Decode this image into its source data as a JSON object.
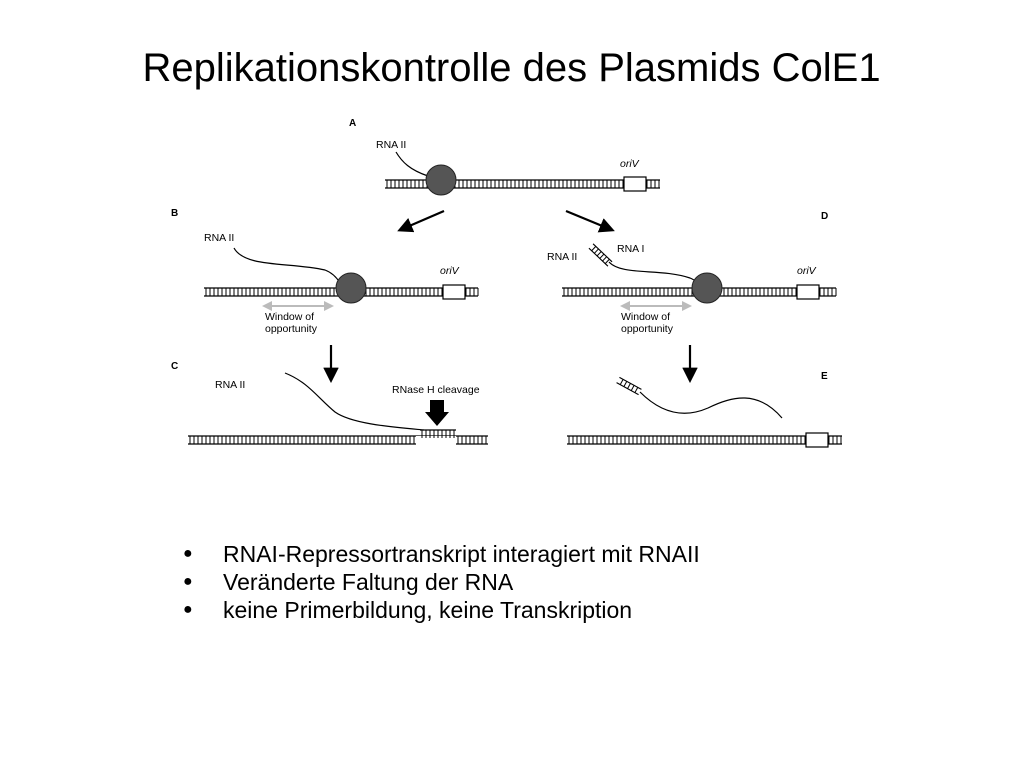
{
  "slide": {
    "title": "Replikationskontrolle des Plasmids ColE1",
    "bullets": [
      "RNAI-Repressortranskript interagiert mit RNAII",
      "Veränderte Faltung der RNA",
      "keine Primerbildung, keine Transkription"
    ]
  },
  "figure": {
    "panel_a": {
      "letter": "A",
      "rna2": "RNA II",
      "ori": "oriV"
    },
    "panel_b": {
      "letter": "B",
      "rna2": "RNA II",
      "ori": "oriV",
      "window_line1": "Window of",
      "window_line2": "opportunity"
    },
    "panel_c": {
      "letter": "C",
      "rna2": "RNA II",
      "rnase": "RNase H cleavage"
    },
    "panel_d": {
      "letter": "D",
      "rna1": "RNA I",
      "rna2": "RNA II",
      "ori": "oriV",
      "window_line1": "Window of",
      "window_line2": "opportunity"
    },
    "panel_e": {
      "letter": "E"
    }
  },
  "colors": {
    "text": "#000000",
    "polymerase": "#555555",
    "window_arrow": "#bbbbbb"
  }
}
